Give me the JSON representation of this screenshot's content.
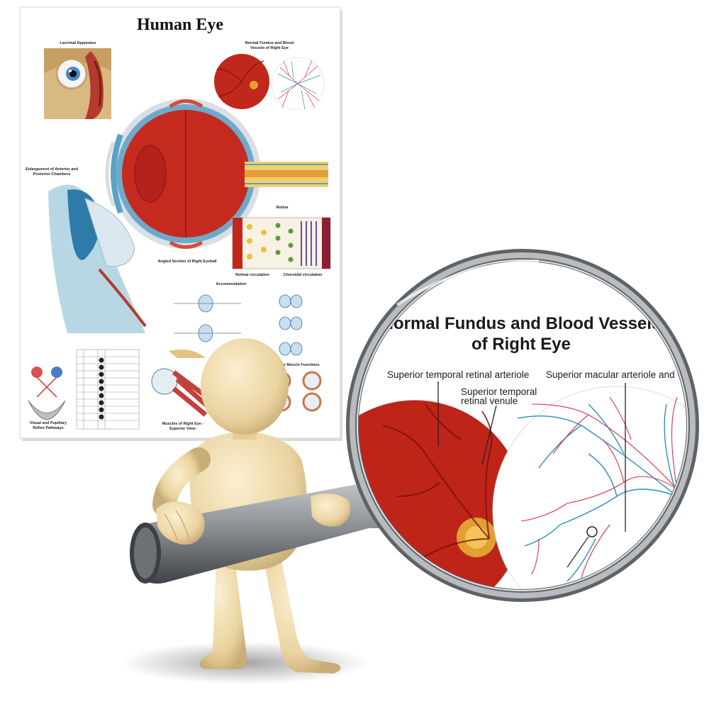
{
  "poster": {
    "title": "Human Eye",
    "sections": {
      "lacrimal": "Lacrimal Apparatus",
      "fundus": "Normal Fundus and Blood Vessels of Right Eye",
      "chambers": "Enlargement of Anterior and Posterior Chambers",
      "eyeball": "Angled Section of Right Eyeball",
      "retina": "Retina",
      "retinal_circulation": "Retinal circulation",
      "choroidal_circulation": "Choroidal circulation",
      "accommodation": "Accommodation",
      "muscle_functions": "Right Eye Muscle Functions",
      "muscles": "Muscles of Right Eye -Superior View-",
      "pathways": "Visual and Pupillary Reflex Pathways"
    }
  },
  "magnifier": {
    "title_line1": "Normal Fundus and Blood Vessels",
    "title_line2": "of Right Eye",
    "label_arteriole": "Superior temporal retinal arteriole",
    "label_venule_line1": "Superior temporal",
    "label_venule_line2": "retinal venule",
    "label_macular": "Superior macular arteriole and venule"
  },
  "colors": {
    "fundus_red": "#c0281c",
    "artery": "#d8304f",
    "vein": "#2a8fbf",
    "figure": "#eed9a8",
    "magnifier_rim": "#8a8f94"
  }
}
